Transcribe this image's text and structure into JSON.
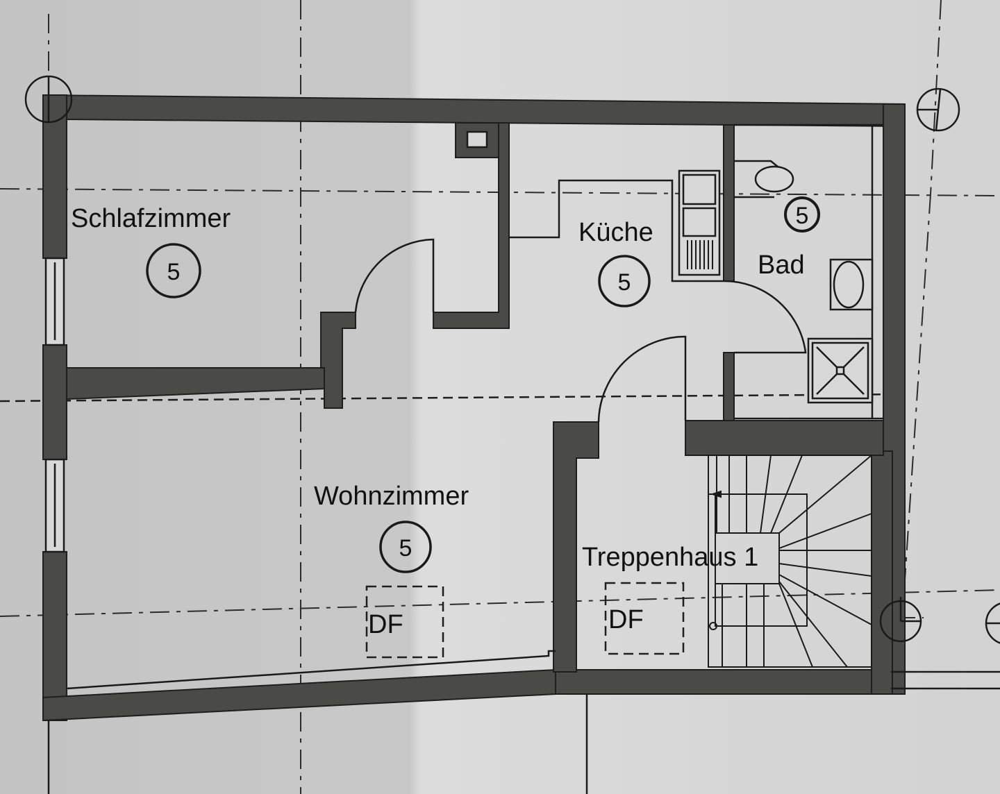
{
  "plan": {
    "type": "floor-plan",
    "rooms": [
      {
        "id": "schlafzimmer",
        "label": "Schlafzimmer",
        "marker": "5"
      },
      {
        "id": "kueche",
        "label": "Küche",
        "marker": "5"
      },
      {
        "id": "bad",
        "label": "Bad",
        "marker": "5"
      },
      {
        "id": "wohnzimmer",
        "label": "Wohnzimmer",
        "marker": "5",
        "skylight": "DF"
      },
      {
        "id": "treppenhaus",
        "label": "Treppenhaus 1",
        "skylight": "DF"
      }
    ],
    "colors": {
      "paper": "#c9c9c9",
      "wall": "#4a4a48",
      "line": "#1a1a1a"
    }
  }
}
